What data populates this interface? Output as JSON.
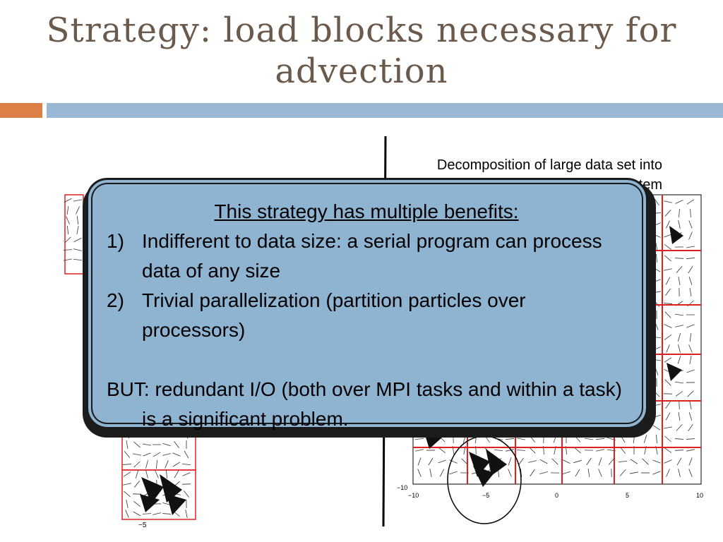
{
  "slide": {
    "title": "Strategy: load blocks necessary for advection",
    "accent_color": "#dd8045",
    "rule_color": "#9ab8d4"
  },
  "figure": {
    "caption": "Decomposition of large data set into blocks on file system",
    "left_plot": {
      "tick_label": "−5"
    },
    "right_plot": {
      "x_ticks": [
        "−10",
        "−5",
        "0",
        "5",
        "10"
      ],
      "y_tick": "−10"
    }
  },
  "callout": {
    "heading": "This strategy has multiple benefits:",
    "items": [
      {
        "num": "1)",
        "text": "Indifferent to data size: a serial program can process data of any size"
      },
      {
        "num": "2)",
        "text": "Trivial parallelization (partition particles over processors)"
      }
    ],
    "note": "BUT: redundant I/O (both over MPI tasks and within a task) is a significant problem.",
    "fill_color": "#8fb4d2"
  }
}
